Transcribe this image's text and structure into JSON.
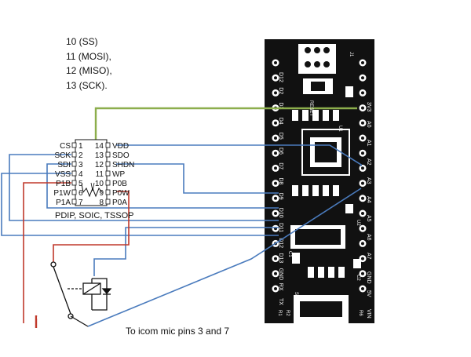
{
  "spi_notes": [
    "10 (SS)",
    "11 (MOSI),",
    "12 (MISO),",
    "13 (SCK)."
  ],
  "chip": {
    "left_pins": [
      {
        "num": "1",
        "label": "CS"
      },
      {
        "num": "2",
        "label": "SCK"
      },
      {
        "num": "3",
        "label": "SDI"
      },
      {
        "num": "4",
        "label": "VSS"
      },
      {
        "num": "5",
        "label": "P1B"
      },
      {
        "num": "6",
        "label": "P1W"
      },
      {
        "num": "7",
        "label": "P1A"
      }
    ],
    "right_pins": [
      {
        "num": "14",
        "label": "VDD"
      },
      {
        "num": "13",
        "label": "SDO"
      },
      {
        "num": "12",
        "label": "SHDN"
      },
      {
        "num": "11",
        "label": "WP"
      },
      {
        "num": "10",
        "label": "P0B"
      },
      {
        "num": "9",
        "label": "P0W"
      },
      {
        "num": "8",
        "label": "P0A"
      }
    ],
    "package": "PDIP, SOIC, TSSOP"
  },
  "board": {
    "left_labels": [
      "D12",
      "D2",
      "D3",
      "D4",
      "D5",
      "D6",
      "D7",
      "D8",
      "D9",
      "D10",
      "D11",
      "D12",
      "D13",
      "GND",
      "RX",
      "TX"
    ],
    "right_labels": [
      "3V3",
      "A0",
      "A1",
      "A2",
      "A3",
      "A4",
      "A5",
      "A6",
      "A7",
      "GND",
      "5V",
      "VIN"
    ],
    "silk": [
      "RESET",
      "J1",
      "U1",
      "U2",
      "C1",
      "C2",
      "R1",
      "R2",
      "R6",
      "S1"
    ]
  },
  "caption": "To icom mic pins 3 and 7",
  "colors": {
    "green": "#8cae4c",
    "blue": "#4a7bbd",
    "red": "#c0392b",
    "black": "#111111"
  }
}
